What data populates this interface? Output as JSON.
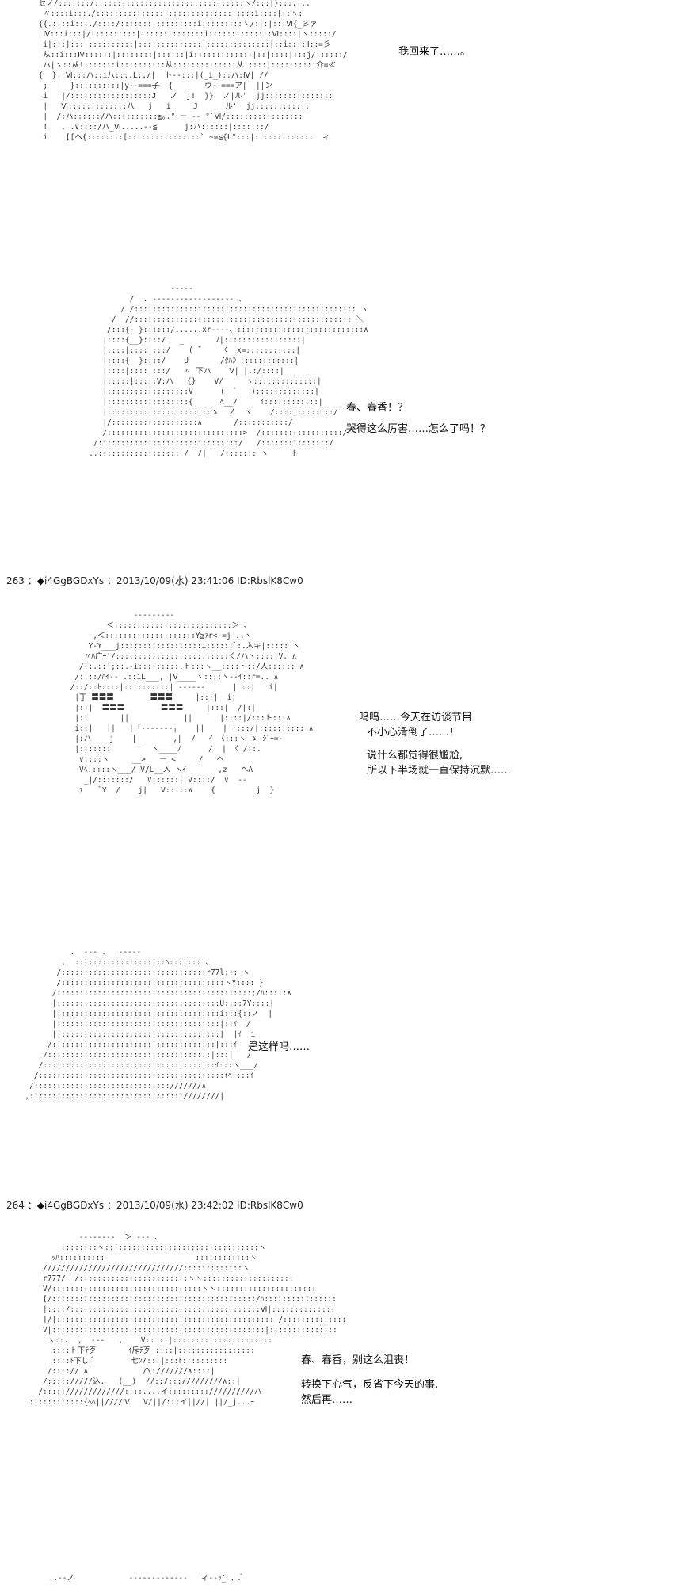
{
  "panels": [
    {
      "id": "p1",
      "dialog": [
        "我回来了……。"
      ],
      "art": [
        "     セノ/:::::::/:::::::::::::::::::::::::::::::::ヽ/:::|}:::.:..",
        "      〃::::i:::./:::::::::::::::::::::::::::::::::::i::::|::ヽ:",
        "     {{.::::i:::./::::/:::::::::::::::::i:::::::::ヽ/:|:|:::Ⅵ{_彡ァ",
        "      Ⅳ:::i:::|/::::::::::|::::::::::::::i::::::::::::::Ⅵ::::|ヽ:::::/",
        "      i|:::|:::|::::::::::|::::::::::::::|::::::::::::::|::i::::Ⅱ::=彡",
        "      从::i:::Ⅳ::::::|::::::::|::::::|i:::::::::::::|::|::::|:::j/::::::/",
        "      ハ|ヽ::从!:::::::i::::::::::从::::::::::::::从|::::|:::::::::i介=≪",
        "     {  }| Ⅵ:::ハ::i八:::.L:./|  ト--:::|(_i_)::ハ:Ⅳ| //",
        "      ;  |  }::::::::::|y--===子  {       ウ--===ア|  ||ン",
        "      i   |/::::::::::::::::::J   ノ  j!  }}  ノ|ル'  jj:::::::::::::::",
        "      |   Ⅵ:::::::::::::八   j   i     J     |ル'  jj::::::::::::",
        "      |  /:ハ::::::/ハ::::::::::≧｡.° ー -- °`Ⅵ/:::::::::::::::::",
        "      !   . .∨::::/ハ_Ⅵ.....--≦      j:ハ::::::|:::::::/ ",
        "      i    [[ヘ{::::::::[::::::::::::::::` ~=≦{L°:::|:::::::::::::  ィ"
      ]
    },
    {
      "id": "p2",
      "dialog": [
        "春、春香！？",
        "哭得这么厉害……怎么了吗！？"
      ],
      "art": [
        "                     ‐‐‐‐‐",
        "            /  . -‐‐‐‐‐‐‐‐‐‐‐‐‐‐‐‐‐ 、",
        "          / /::::::::::::::::::::::::::::::::::::::::::::::::: ヽ",
        "        /  //:::::::::::::::::::::::::::::::::::::::::::::::: ＼",
        "       /:::{-_}::::::/......xr----、::::::::::::::::::::::::::::∧",
        "      |::::{__}::::/   _       ﾉ|:::::::::::::::::|",
        "      |::::|::::|:::/    ( ̄`    〈  x=:::::::::::|",
        "      |::::{__}::::/    U       /ﾀﾊ》::::::::::::|",
        "      |::::|::::|:::/   〃 下ハ    Ⅴ| |.:/::::|",
        "      |:::::|:::::V:ハ   {}    V/     ヽ::::::::::::::|",
        "      |::::::::::::::::::V      (  ﾞ   ):::::::::::::|",
        "      |::::::::::::::::::{      ﾍ__/     ｲ::::::::::::|",
        "      |:::::::::::::::::::::::ゝ  ノ  ヽ    /:::::::::::::/",
        "      |/:::::::::::::::::::∧       /:::::::::::/",
        "      /::::::::::::::::::::::::::::::>  /::::::::::::::::::/",
        "    /:::::::::::::::::::::::::::::::/   /:::::::::::::::/",
        "   ..:::::::::::::::::: /  /|   /::::::: ヽ     ト"
      ]
    },
    {
      "id": "p3",
      "header": {
        "number": "263",
        "symbol": "◆",
        "trip": "i4GgBGDxYs",
        "date": "2013/10/09(水) 23:41:06",
        "uid": "ID:RbslK8Cw0"
      },
      "dialog": [
        "呜呜……今天在访谈节目",
        "不小心滑倒了……！",
        "说什么都觉得很尴尬,",
        "所以下半场就一直保持沉默……"
      ],
      "art": [
        "                   ‐‐‐‐‐‐‐‐‐",
        "             ＜::::::::::::::::::::::::::＞ 、",
        "          ,＜::::::::::::::::::::Y≧ｧr<‐=j_..ヽ",
        "         Y‐Y___j::::::::::::::::::i::::::ﾞ:.入キ|::::: ヽ",
        "        〃ﾊ广ｰ'/:::::::::::::::::::::::::く/ハヽ:::::V. ∧",
        "       /::.::';::.-i:::::::::.ト:::ヽ__::::ト::/人:::::: ∧",
        "      /:.::/ﾊｲ-‐ .::iL___,.|Ⅴ____ヽ::::ヽ--ｲ::r=.. ∧",
        "     /::/::ﾄ::::|::::::::::| ‐‐‐‐‐‐      | ::|   i|",
        "      |丁 〓〓〓        〓〓〓     |:::|  i|",
        "      |::|  〓〓〓        〓〓〓     |:::|  /|:|",
        "      |:i       ||            ||      |::::|/:::ト:::∧",
        "      i::|   ||   |「‐‐‐‐‐‐‐┐    ||    | |:::/|:::::::::: ∧",
        "      |:ハ    j    ||_______,|  /   ｲ 〈:::ヽ ゝ ｼﾞｰ=‐",
        "      |:::::::         ヽ____ﾉ      /  | 〈 /::.",
        "       ∨::::ヽ     __>   ー <     /   ヘ",
        "       Vﾍ:::::ヽ___/ V/L__入 ヽｲ       ,z   ヘA",
        "        _|/:::::::/   V::::::| V::::/  ∨  ‐‐    ",
        "       ｧ    ﾞY  /    j|   V:::::∧    {         j  }"
      ]
    },
    {
      "id": "p4",
      "dialog": [
        "是这样吗……"
      ],
      "art": [
        "            .  ‐‐‐ 、  ‐‐‐‐‐",
        "          ,  ::::::::::::::::::::ﾍ::::::: 、",
        "         /::::::::::::::::::::::::::::::::r77l::: ヽ",
        "         /::::::::::::::::::::::::::::::::::::ヽY:::: }",
        "        /:::::::::::::::::::::::::::::::::::::::::::;/ﾊ:::::∧",
        "        |::::::::::::::::::::::::::::::::::::U::::7Y::::|",
        "        |::::::::::::::::::::::::::::::::::::i:::{::ノ  |",
        "        |::::::::::::::::::::::::::::::::::::|::ｲ  /",
        "        |::::::::::::::::::::::::::::::::::::|  |ｲ  i",
        "       /::::::::::::::::::::::::::::::::::::|:::ｲ   i",
        "      /::::::::::::::::::::::::::::::::::::|:::|   /",
        "     /::::::::::::::::::::::::::::::::::::::ｲ:::ヽ___/",
        "    /:::::::::::::::::::::::::::::::::::::::::ｲﾍ::::ｲ",
        "   /::::::::::::::::::::::::::::::///////∧",
        "  ,::::::::::::::::::::::::::::::::::////////|"
      ]
    },
    {
      "id": "p5",
      "header": {
        "number": "264",
        "symbol": "◆",
        "trip": "i4GgBGDxYs",
        "date": "2013/10/09(水) 23:42:02",
        "uid": "ID:RbslK8Cw0"
      },
      "dialog": [
        "春、春香，别这么沮丧！",
        "转换下心气，反省下今天的事,",
        "然后再……"
      ],
      "art": [
        "               ‐‐‐‐‐‐‐‐  ＞ ‐‐‐ 、",
        "           .:::::::ヽ::::::::::::::::::::::::::::::::::ヽ",
        "         ｯﾊ::::::::::____________________::::::::::::ヽ",
        "       ///////////////////////////////:::::::::::::ヽ",
        "       r777/  /::::::::::::::::::::::::ヽヽ::::::::::::::::::::",
        "       V/:::::::::::::::::::::::::::::::::ヽヽ::::::::::::::::::::::",
        "       [/:::::::::::::::::::::::::::::::::::::::::::::/ﾊ::::::::::::::::",
        "       |::::/::::::::::::::::::::::::::::::::::::::::::Ⅵ|::::::::::::::",
        "       |/|::::::::::::::::::::::::::::::::::::::::::::::::|/::::::::::::::",
        "       V|:::::::::::::::::::::::::::::::::::::::::::::::|:::::::::::::::",
        "        ヽ::.  ,  ‐‐‐   ,    V:: ::|::::::::::::::::::::::",
        "         ::::ト下ﾃ歹       ｲ斥ﾃ歹 ::::|:::::::::::::::::",
        "         ::::ﾄ下し;ﾞ        七ﾝ/:::|:::ﾄ::::::::::",
        "        /::::// ∧            /\\:///////∧::::|",
        "       /::::://///込.   (__)  //::/::://///////∧::|",
        "      /::::://///////////::::....イ::::::::://////////ハ",
        "    ::::::::::::{ﾍﾍ||////Ⅳ   V/||/:::イ||//| ||/_j...ｰ"
      ]
    }
  ],
  "footer_art": "         ..-‐ノ            ‐‐‐‐‐‐‐‐‐‐‐‐‐   ィ-‐ｯ́_ 、.ﾞ"
}
